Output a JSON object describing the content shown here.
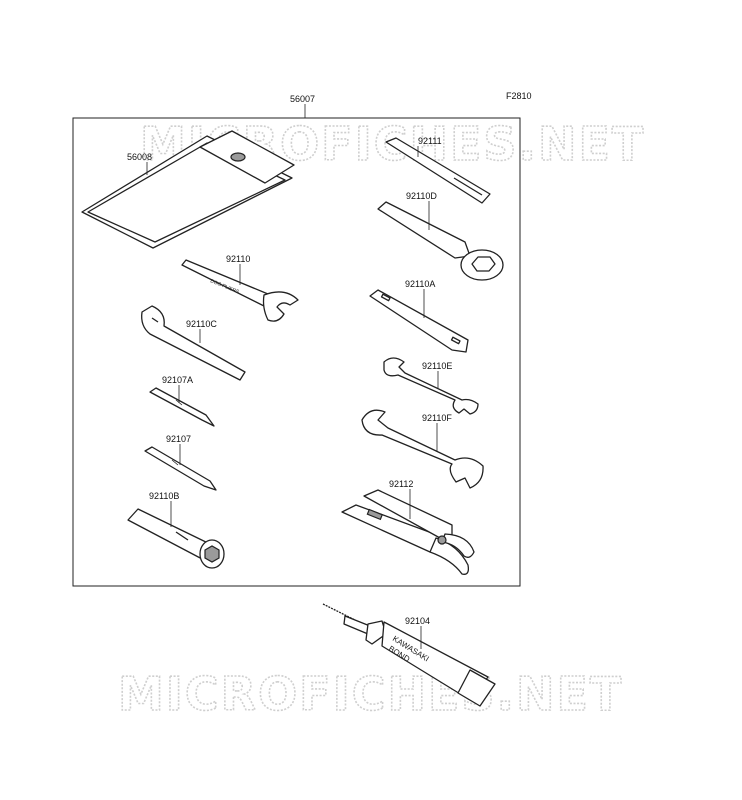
{
  "figure_code": "F2810",
  "watermark": "MICROFICHES.NET",
  "kit_label": "56007",
  "tube_text": {
    "line1": "KAWASAKI",
    "line2": "BOND"
  },
  "tool_imprint": "DOG PLIERS",
  "parts": [
    {
      "id": "56008"
    },
    {
      "id": "92110"
    },
    {
      "id": "92110C"
    },
    {
      "id": "92107A"
    },
    {
      "id": "92107"
    },
    {
      "id": "92110B"
    },
    {
      "id": "92111"
    },
    {
      "id": "92110D"
    },
    {
      "id": "92110A"
    },
    {
      "id": "92110E"
    },
    {
      "id": "92110F"
    },
    {
      "id": "92112"
    },
    {
      "id": "92104"
    }
  ]
}
